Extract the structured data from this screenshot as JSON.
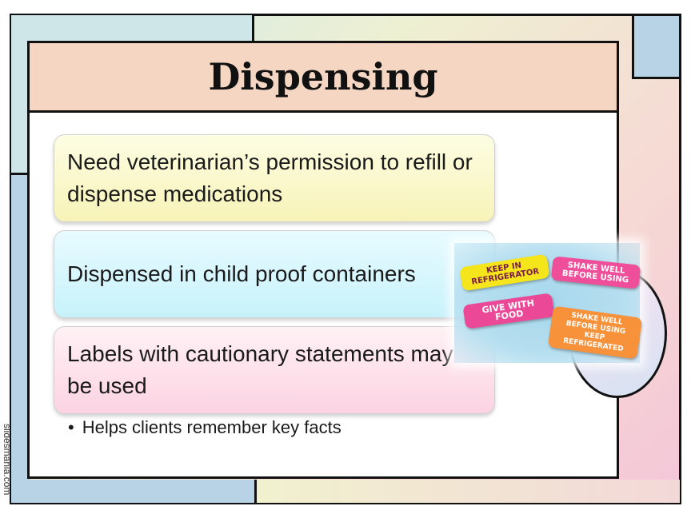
{
  "slide": {
    "title": "Dispensing",
    "cards": [
      "Need veterinarian’s permission to refill or dispense medications",
      "Dispensed in child proof containers",
      "Labels with cautionary statements may be used"
    ],
    "bullet": "Helps clients remember key facts"
  },
  "image_labels": {
    "keep_in_refrigerator": "KEEP IN REFRIGERATOR",
    "shake_well": "SHAKE WELL BEFORE USING",
    "give_with_food": "GIVE WITH FOOD",
    "shake_keep": "SHAKE WELL BEFORE USING KEEP REFRIGERATED"
  },
  "watermark": "slidesmania.com",
  "colors": {
    "title_bar": "#f4d6c3",
    "card_yellow": "#f7f3b8",
    "card_cyan": "#c7f2fb",
    "card_pink": "#fcd3e2",
    "accent_blue": "#b9d3e6"
  }
}
